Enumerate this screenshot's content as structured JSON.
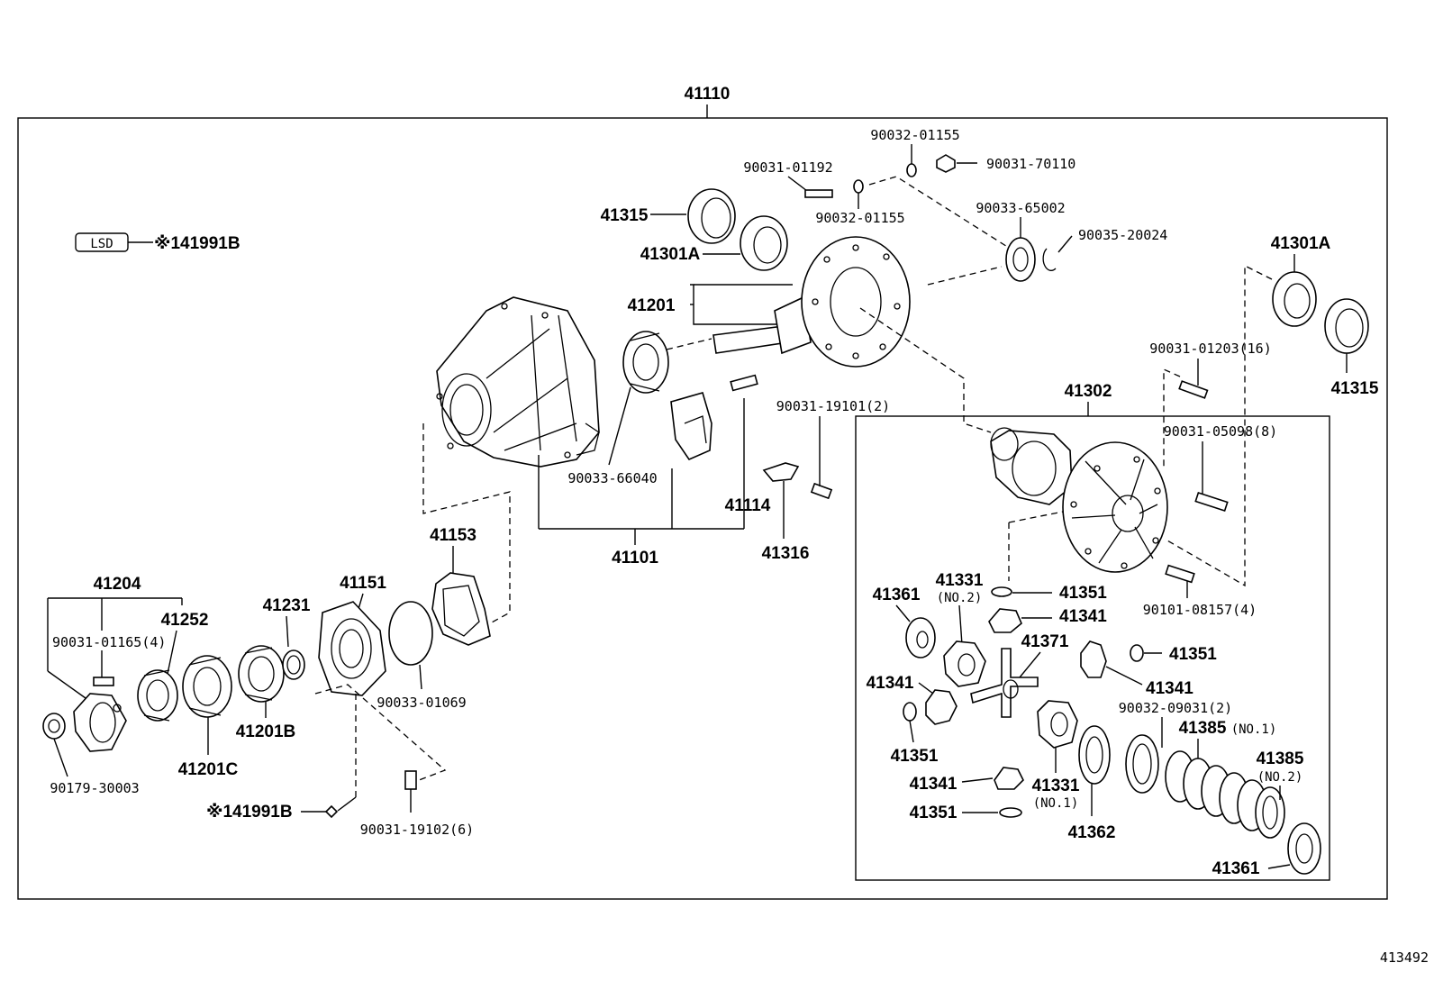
{
  "diagram": {
    "id_code": "413492",
    "assembly": "41110",
    "subassembly": "41302",
    "lsd_box": "LSD",
    "lsd_ref": "※141991B",
    "ref_arrow": "※141991B",
    "labels": {
      "p41204": "41204",
      "p90031_01165": "90031-01165(4)",
      "p41252": "41252",
      "p90179_30003": "90179-30003",
      "p41201C": "41201C",
      "p41231": "41231",
      "p41201B": "41201B",
      "p41151": "41151",
      "p90033_01069": "90033-01069",
      "p90031_19102": "90031-19102(6)",
      "p41153": "41153",
      "p41101": "41101",
      "p90033_66040": "90033-66040",
      "p41114": "41114",
      "p41316": "41316",
      "p90031_19101": "90031-19101(2)",
      "p41201": "41201",
      "p41315_l": "41315",
      "p41301A_l": "41301A",
      "p90031_01192": "90031-01192",
      "p90032_01155_a": "90032-01155",
      "p90032_01155_b": "90032-01155",
      "p90031_70110": "90031-70110",
      "p90033_65002": "90033-65002",
      "p90035_20024": "90035-20024",
      "p41301A_r": "41301A",
      "p41315_r": "41315",
      "p90031_01203": "90031-01203(16)",
      "p90031_05098": "90031-05098(8)",
      "p90101_08157": "90101-08157(4)",
      "p41361_a": "41361",
      "p41331_a": "41331",
      "p41331_a_sub": "(NO.2)",
      "p41351_a": "41351",
      "p41341_a": "41341",
      "p41371": "41371",
      "p41351_b": "41351",
      "p41341_b": "41341",
      "p41341_c": "41341",
      "p90032_09031": "90032-09031(2)",
      "p41385_1": "41385",
      "p41385_1_sub": "(NO.1)",
      "p41385_2": "41385",
      "p41385_2_sub": "(NO.2)",
      "p41351_c": "41351",
      "p41341_d": "41341",
      "p41331_b": "41331",
      "p41331_b_sub": "(NO.1)",
      "p41351_d": "41351",
      "p41362": "41362",
      "p41361_b": "41361"
    }
  }
}
